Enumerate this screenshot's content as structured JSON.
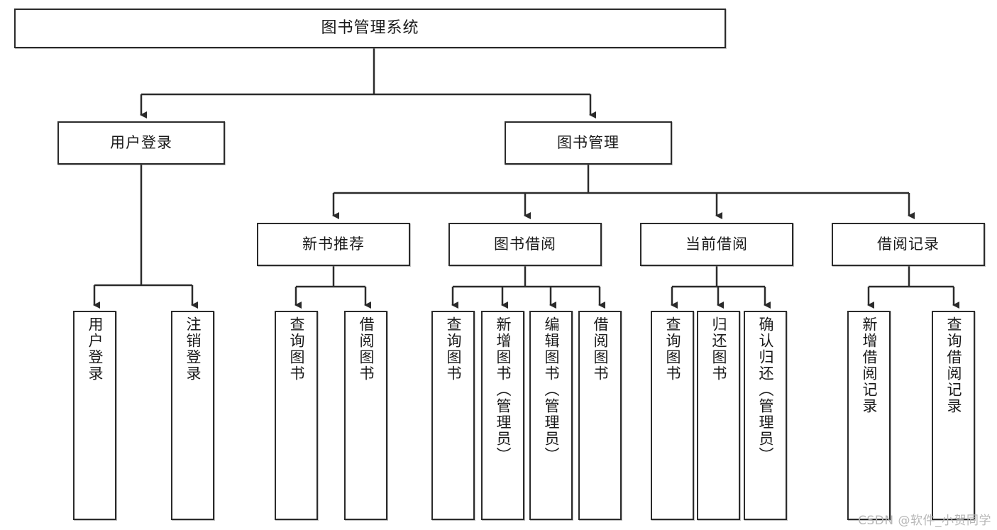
{
  "diagram": {
    "title": "图书管理系统",
    "type": "tree",
    "root": {
      "label": "图书管理系统"
    },
    "level2": [
      {
        "label": "用户登录"
      },
      {
        "label": "图书管理"
      }
    ],
    "level3": [
      {
        "label": "新书推荐"
      },
      {
        "label": "图书借阅"
      },
      {
        "label": "当前借阅"
      },
      {
        "label": "借阅记录"
      }
    ],
    "leaves": {
      "user_login": [
        {
          "label": "用户登录"
        },
        {
          "label": "注销登录"
        }
      ],
      "new_book_recommend": [
        {
          "label": "查询图书"
        },
        {
          "label": "借阅图书"
        }
      ],
      "book_borrow": [
        {
          "label": "查询图书"
        },
        {
          "label": "新增图书（管理员）"
        },
        {
          "label": "编辑图书（管理员）"
        },
        {
          "label": "借阅图书"
        }
      ],
      "current_borrow": [
        {
          "label": "查询图书"
        },
        {
          "label": "归还图书"
        },
        {
          "label": "确认归还（管理员）"
        }
      ],
      "borrow_record": [
        {
          "label": "新增借阅记录"
        },
        {
          "label": "查询借阅记录"
        }
      ]
    }
  },
  "watermark": {
    "text": "CSDN @软件_小贺同学"
  },
  "colors": {
    "stroke": "#2b2b2b",
    "fill": "#ffffff",
    "text": "#1a1a1a",
    "watermark": "#b7b7b7"
  }
}
